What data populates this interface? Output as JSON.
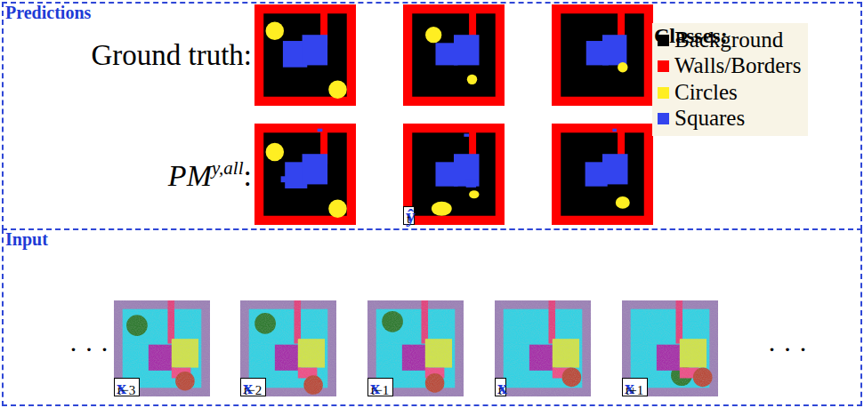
{
  "diagram": {
    "nodes": [
      {
        "text": [
          "Predictions"
        ]
      },
      {
        "text": [
          "Classes:"
        ],
        "in": 0
      },
      {
        "text": [
          "ŷ",
          "t"
        ],
        "in": 0
      },
      {
        "text": [
          "Input"
        ]
      },
      {
        "text": [
          "x",
          "t−3"
        ],
        "in": 3
      },
      {
        "text": [
          "x",
          "t−2"
        ],
        "in": 3
      },
      {
        "text": [
          "x",
          "t−1"
        ],
        "in": 3
      },
      {
        "text": [
          "x",
          "t"
        ],
        "in": 3
      },
      {
        "text": [
          "x",
          "t+1"
        ],
        "in": 3
      }
    ],
    "labels": [
      "Ground truth:",
      "PM",
      "y,all",
      ":",
      "· · ·",
      "· · ·"
    ],
    "legend": [
      {
        "text": "Background",
        "color": "#000000"
      },
      {
        "text": "Walls/Borders",
        "color": "#ff0000"
      },
      {
        "text": "Circles",
        "color": "#ffee22"
      },
      {
        "text": "Squares",
        "color": "#3344ee"
      }
    ]
  }
}
